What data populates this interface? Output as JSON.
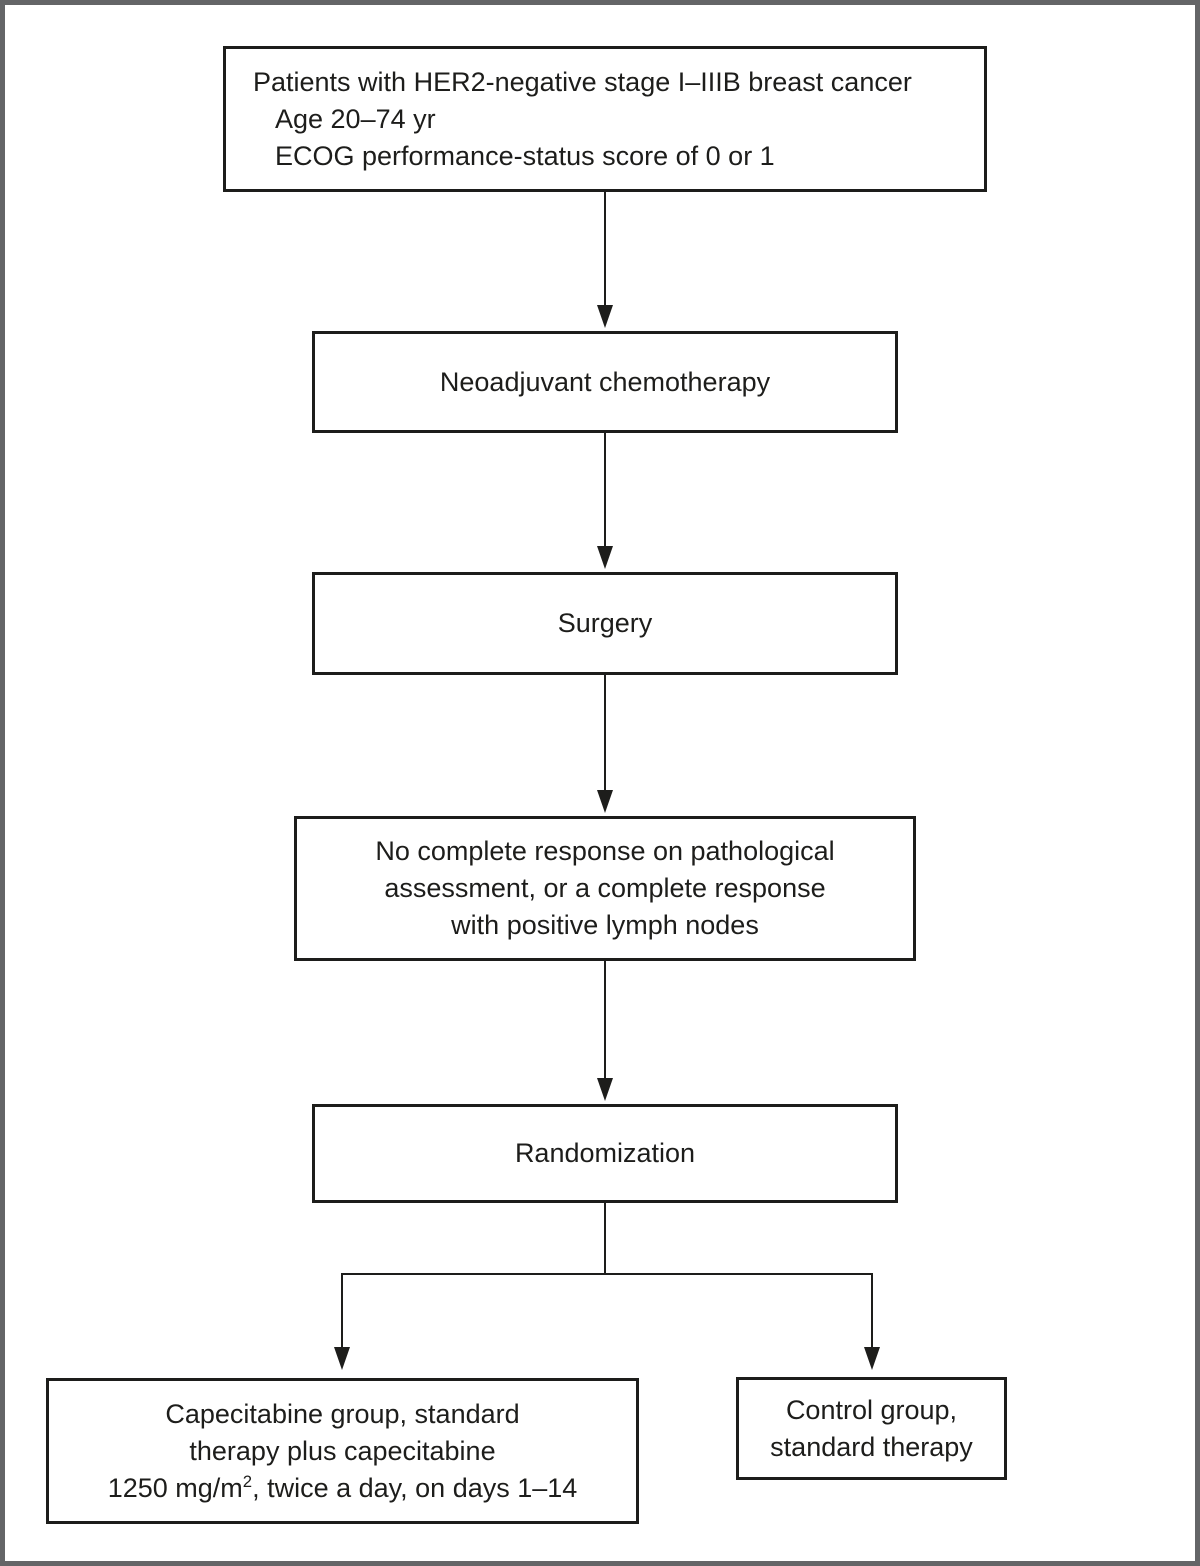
{
  "figure_type": "flowchart",
  "colors": {
    "text": "#1d1d1b",
    "box_border": "#1d1d1b",
    "frame_border": "#646567",
    "background": "#ffffff"
  },
  "boxes": {
    "eligibility": {
      "line1": "Patients with HER2-negative stage I–IIIB breast cancer",
      "line2": "Age 20–74 yr",
      "line3": "ECOG performance-status score of 0 or 1"
    },
    "neoadjuvant": {
      "label": "Neoadjuvant chemotherapy"
    },
    "surgery": {
      "label": "Surgery"
    },
    "response": {
      "line1": "No complete response on pathological",
      "line2": "assessment, or a complete response",
      "line3": "with positive lymph nodes"
    },
    "randomization": {
      "label": "Randomization"
    },
    "capecitabine": {
      "line1": "Capecitabine group, standard",
      "line2": "therapy plus capecitabine",
      "line3_pre": "1250 mg/m",
      "line3_sup": "2",
      "line3_post": ", twice a day, on days 1–14"
    },
    "control": {
      "line1": "Control group,",
      "line2": "standard therapy"
    }
  }
}
